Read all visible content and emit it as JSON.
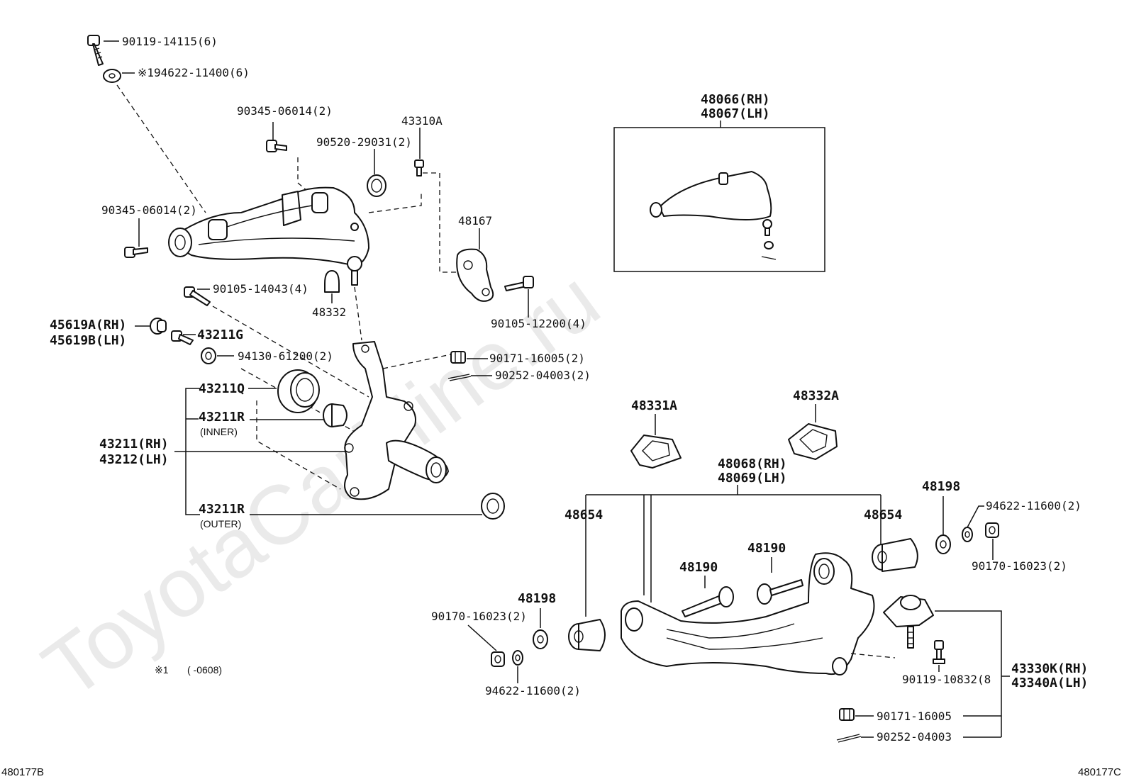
{
  "watermark": "ToyotaCarMine.ru",
  "corner_labels": {
    "left": "480177B",
    "right": "480177C"
  },
  "footnote": {
    "mark": "※1",
    "range": "(      -0608)"
  },
  "upper_left": {
    "bolt_top": "90119-14115(6)",
    "washer_top": "※194622-11400(6)",
    "bolt_mid": "90345-06014(2)",
    "bolt_left": "90345-06014(2)",
    "ring": "90520-29031(2)",
    "item_43310a": "43310A",
    "bracket": "48167",
    "bolt_bracket": "90105-12200(4)",
    "bump_stop": "48332",
    "bolt_knuckle": "90105-14043(4)",
    "cap_rh": "45619A(RH)",
    "cap_lh": "45619B(LH)",
    "bolt_g": "43211G",
    "nut_knuckle": "94130-61200(2)",
    "nut_top": "90171-16005(2)",
    "cotter_top": "90252-04003(2)",
    "seal_q": "43211Q",
    "bearing_inner": "43211R",
    "inner_note": "(INNER)",
    "knuckle_rh": "43211(RH)",
    "knuckle_lh": "43212(LH)",
    "bearing_outer": "43211R",
    "outer_note": "(OUTER)"
  },
  "inset_upper_arm": {
    "rh": "48066(RH)",
    "lh": "48067(LH)"
  },
  "lower_right": {
    "stop_a": "48331A",
    "stop_b": "48332A",
    "arm_rh": "48068(RH)",
    "arm_lh": "48069(LH)",
    "bush_left": "48654",
    "bush_right": "48654",
    "cam_bolt_1": "48190",
    "cam_bolt_2": "48190",
    "cam_plate_right": "48198",
    "cam_plate_left": "48198",
    "washer_right": "94622-11600(2)",
    "nut_right": "90170-16023(2)",
    "nut_left": "90170-16023(2)",
    "washer_left": "94622-11600(2)",
    "ball_bolt": "90119-10832(8",
    "ball_rh": "43330K(RH)",
    "ball_lh": "43340A(LH)",
    "nut_ball": "90171-16005",
    "cotter_ball": "90252-04003"
  }
}
